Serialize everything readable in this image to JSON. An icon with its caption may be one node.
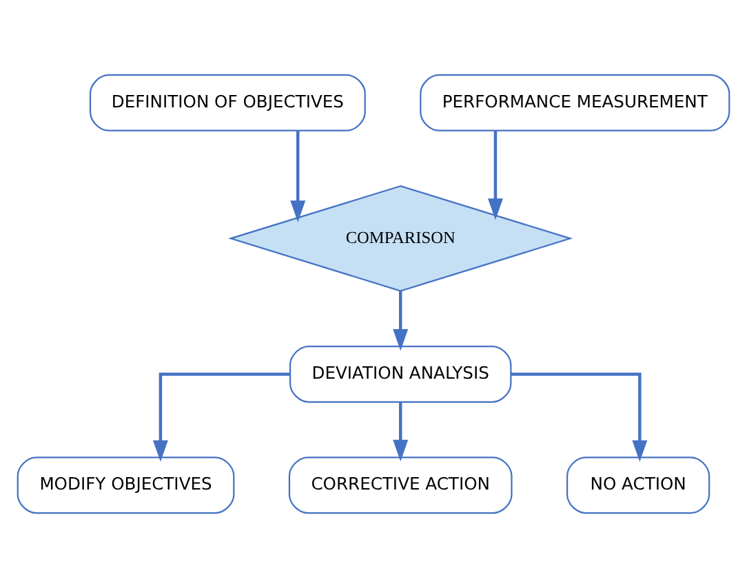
{
  "diagram": {
    "nodes": [
      {
        "text": [
          "DEFINITION OF OBJECTIVES"
        ]
      },
      {
        "text": [
          "PERFORMANCE MEASUREMENT"
        ]
      },
      {
        "text": [
          "COMPARISON"
        ]
      },
      {
        "text": [
          "DEVIATION ANALYSIS"
        ]
      },
      {
        "text": [
          "MODIFY OBJECTIVES"
        ]
      },
      {
        "text": [
          "CORRECTIVE ACTION"
        ]
      },
      {
        "text": [
          "NO ACTION"
        ]
      }
    ],
    "edges": [
      {
        "from": 0,
        "to": 2,
        "arrow": "to"
      },
      {
        "from": 1,
        "to": 2,
        "arrow": "to"
      },
      {
        "from": 2,
        "to": 3,
        "arrow": "to"
      },
      {
        "from": 3,
        "to": 4,
        "arrow": "to"
      },
      {
        "from": 3,
        "to": 5,
        "arrow": "to"
      },
      {
        "from": 3,
        "to": 6,
        "arrow": "to"
      }
    ]
  }
}
